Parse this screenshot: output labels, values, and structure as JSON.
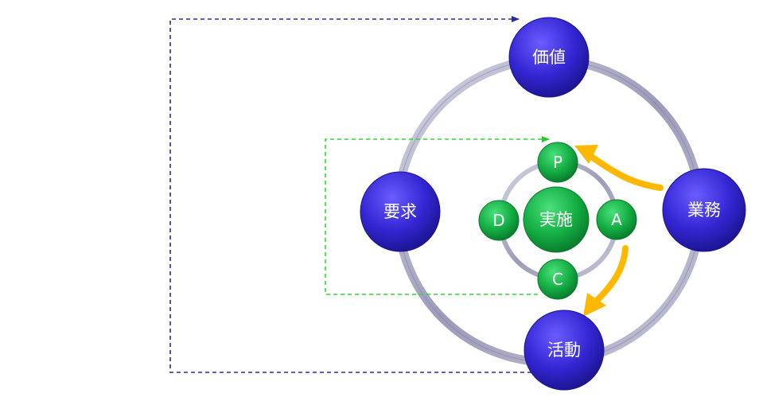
{
  "outer_nodes": {
    "top": "価値",
    "right": "業務",
    "bottom": "活動",
    "left": "要求"
  },
  "inner_nodes": {
    "top": "P",
    "right": "A",
    "bottom": "C",
    "left": "D"
  },
  "center": "実施",
  "colors": {
    "outer_node": "#3a2fd6",
    "inner_node": "#19b34a",
    "ring": "#a8a8c4",
    "cycle_arrow": "#ffb800",
    "feedback_outer": "#2a2aa8",
    "feedback_inner": "#2ddc2d"
  }
}
